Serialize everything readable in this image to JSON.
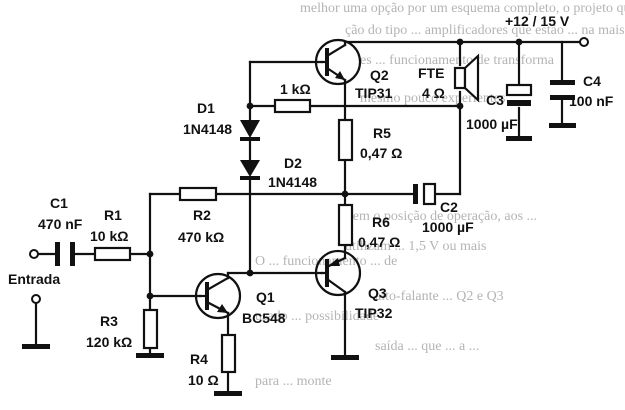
{
  "supply": "+12 / 15 V",
  "input_label": "Entrada",
  "components": {
    "c1": {
      "name": "C1",
      "value": "470 nF"
    },
    "r1": {
      "name": "R1",
      "value": "10 kΩ"
    },
    "r2": {
      "name": "R2",
      "value": "470 kΩ"
    },
    "r3": {
      "name": "R3",
      "value": "120 kΩ"
    },
    "r4": {
      "name": "R4",
      "value": "10 Ω"
    },
    "q1": {
      "name": "Q1",
      "part": "BC548"
    },
    "d1": {
      "name": "D1",
      "part": "1N4148"
    },
    "d2": {
      "name": "D2",
      "part": "1N4148"
    },
    "rtop": {
      "value": "1 kΩ"
    },
    "q2": {
      "name": "Q2",
      "part": "TIP31"
    },
    "r5": {
      "name": "R5",
      "value": "0,47 Ω"
    },
    "r6": {
      "name": "R6",
      "value": "0,47 Ω"
    },
    "q3": {
      "name": "Q3",
      "part": "TIP32"
    },
    "c2": {
      "name": "C2",
      "value": "1000 µF"
    },
    "fte": {
      "name": "FTE",
      "value": "4 Ω"
    },
    "c3": {
      "name": "C3",
      "value": "1000 µF"
    },
    "c4": {
      "name": "C4",
      "value": "100 nF"
    }
  },
  "background_text": [
    "melhor uma opção por um esquema completo, o projeto que será",
    "ção do tipo ... amplificadores que estão ... na mais das",
    "es ... funcionamento de transforma",
    "mesmo pouco experientes",
    "Sem o posição de operação, aos ...",
    "utilizam ... 1,5 V ou mais",
    "alto-falante ... Q2 e Q3",
    "saída ... que ... a ...",
    "O ... funcionamento ... de",
    "usado ... possibilidade",
    "para ... monte"
  ]
}
